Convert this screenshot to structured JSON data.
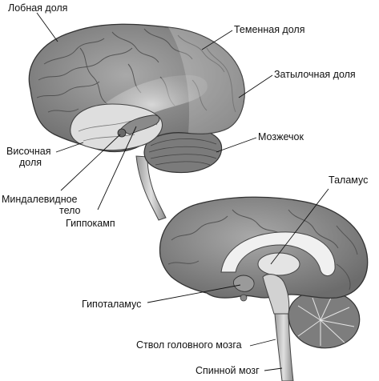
{
  "labels": {
    "frontal_lobe": "Лобная доля",
    "parietal_lobe": "Теменная доля",
    "occipital_lobe": "Затылочная доля",
    "cerebellum": "Мозжечок",
    "temporal_lobe_line1": "Височная",
    "temporal_lobe_line2": "доля",
    "amygdala_line1": "Миндалевидное",
    "amygdala_line2": "тело",
    "hippocampus": "Гиппокамп",
    "thalamus": "Таламус",
    "hypothalamus": "Гипоталамус",
    "brainstem": "Ствол головного мозга",
    "spinal_cord": "Спинной мозг"
  },
  "colors": {
    "ink": "#111111",
    "cortex": "#8f8f8f",
    "cortex_dark": "#5e5e5e",
    "highlight": "#e9e9e9",
    "white_matter": "#d6d6d6"
  }
}
